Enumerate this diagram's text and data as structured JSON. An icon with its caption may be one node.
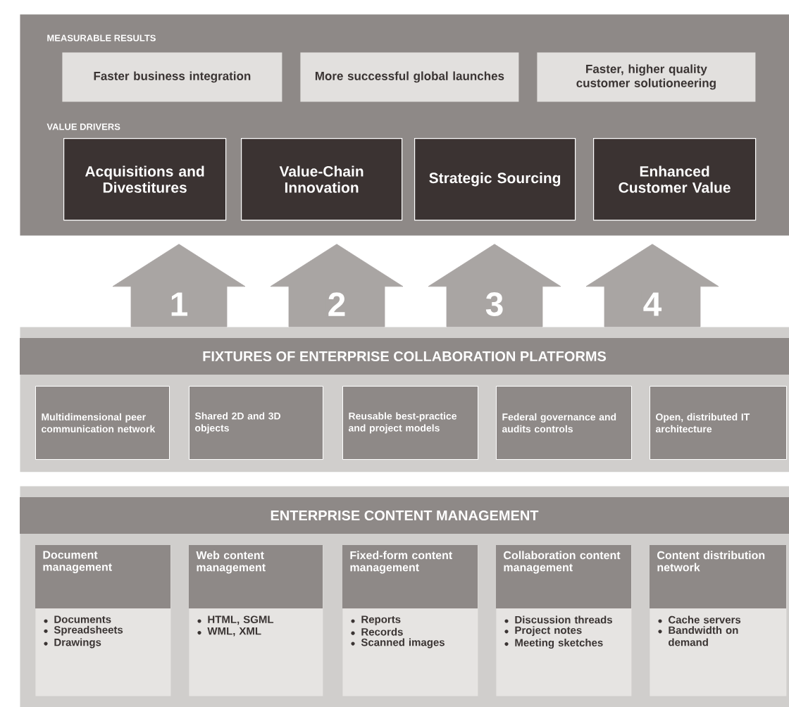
{
  "diagram": {
    "nodes": [
      {
        "text": [
          "MEASURABLE RESULTS",
          "VALUE DRIVERS"
        ]
      },
      {
        "text": [
          "Faster business integration"
        ],
        "in": 0
      },
      {
        "text": [
          "More successful global launches"
        ],
        "in": 0
      },
      {
        "text": [
          "Faster, higher quality customer solutioneering"
        ],
        "in": 0
      },
      {
        "text": [
          "Acquisitions and Divestitures"
        ],
        "in": 0
      },
      {
        "text": [
          "Value-Chain Innovation"
        ],
        "in": 0
      },
      {
        "text": [
          "Strategic Sourcing"
        ],
        "in": 0
      },
      {
        "text": [
          "Enhanced Customer Value"
        ],
        "in": 0
      },
      {
        "text": [
          "FIXTURES OF ENTERPRISE COLLABORATION PLATFORMS"
        ]
      },
      {
        "text": [
          "Multidimensional peer communication network"
        ],
        "in": 8
      },
      {
        "text": [
          "Shared 2D and 3D objects"
        ],
        "in": 8
      },
      {
        "text": [
          "Reusable best-practice and project models"
        ],
        "in": 8
      },
      {
        "text": [
          "Federal governance and audits controls"
        ],
        "in": 8
      },
      {
        "text": [
          "Open, distributed IT architecture"
        ],
        "in": 8
      },
      {
        "text": [
          "ENTERPRISE CONTENT MANAGEMENT"
        ]
      },
      {
        "text": [
          "Document management",
          "Documents",
          "Spreadsheets",
          "Drawings"
        ],
        "in": 14
      },
      {
        "text": [
          "Web content management",
          "HTML, SGML",
          "WML, XML"
        ],
        "in": 14
      },
      {
        "text": [
          "Fixed-form content management",
          "Reports",
          "Records",
          "Scanned images"
        ],
        "in": 14
      },
      {
        "text": [
          "Collaboration content management",
          "Discussion threads",
          "Project notes",
          "Meeting sketches"
        ],
        "in": 14
      },
      {
        "text": [
          "Content distribution network",
          "Cache servers",
          "Bandwidth on demand"
        ],
        "in": 14
      }
    ],
    "edges": [
      {
        "from": 8,
        "to": 0,
        "arrow": "to",
        "label": "1"
      },
      {
        "from": 8,
        "to": 0,
        "arrow": "to",
        "label": "2"
      },
      {
        "from": 8,
        "to": 0,
        "arrow": "to",
        "label": "3"
      },
      {
        "from": 8,
        "to": 0,
        "arrow": "to",
        "label": "4"
      }
    ]
  }
}
